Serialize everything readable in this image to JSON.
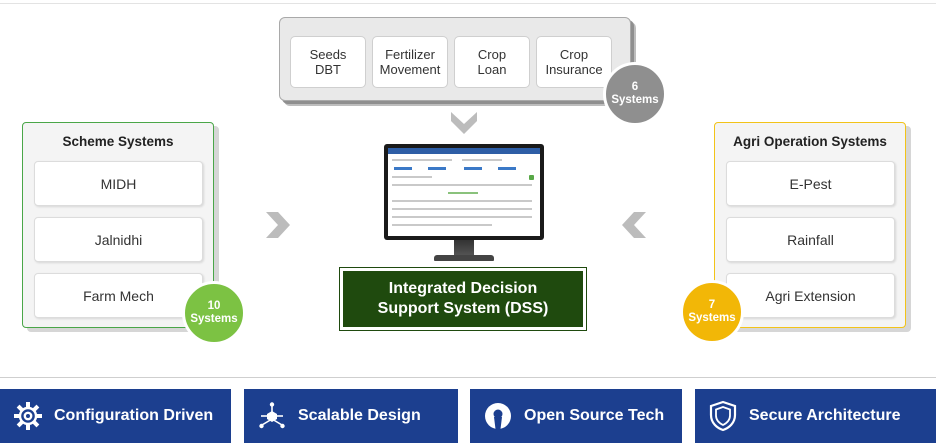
{
  "top_systems": {
    "items": [
      "Seeds\nDBT",
      "Fertilizer\nMovement",
      "Crop\nLoan",
      "Crop\nInsurance"
    ],
    "badge": {
      "count": "6",
      "label": "Systems",
      "color": "#8f8f8f"
    }
  },
  "scheme_systems": {
    "title": "Scheme Systems",
    "items": [
      "MIDH",
      "Jalnidhi",
      "Farm Mech"
    ],
    "badge": {
      "count": "10",
      "label": "Systems",
      "color": "#7cc243"
    }
  },
  "agri_operation_systems": {
    "title": "Agri Operation Systems",
    "items": [
      "E-Pest",
      "Rainfall",
      "Agri Extension"
    ],
    "badge": {
      "count": "7",
      "label": "Systems",
      "color": "#f2b707"
    }
  },
  "center": {
    "title": "Integrated Decision\nSupport System (DSS)",
    "color": "#1f4a0e"
  },
  "features": [
    {
      "label": "Configuration Driven",
      "icon": "gear-icon"
    },
    {
      "label": "Scalable Design",
      "icon": "network-icon"
    },
    {
      "label": "Open Source Tech",
      "icon": "open-source-icon"
    },
    {
      "label": "Secure Architecture",
      "icon": "shield-icon"
    }
  ],
  "colors": {
    "feature_bg": "#1c3f8f",
    "arrow": "#bcbcbc",
    "left_border": "#4aa648",
    "right_border": "#f2c318"
  }
}
